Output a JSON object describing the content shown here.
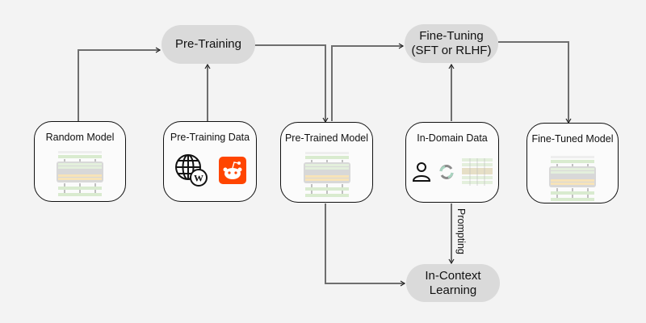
{
  "stages": {
    "pre_training": "Pre-Training",
    "fine_tuning_line1": "Fine-Tuning",
    "fine_tuning_line2": "(SFT or RLHF)",
    "icl_line1": "In-Context",
    "icl_line2": "Learning"
  },
  "boxes": {
    "random_model": "Random Model",
    "pre_training_data": "Pre-Training Data",
    "pre_trained_model": "Pre-Trained Model",
    "in_domain_data": "In-Domain Data",
    "fine_tuned_model": "Fine-Tuned Model"
  },
  "edges": {
    "prompting": "Prompting"
  },
  "colors": {
    "background": "#f3f3f3",
    "pill": "#dadada",
    "wire": "#6e6e6e",
    "reddit": "#ff4500",
    "mini_green": "#d9ebcf",
    "mini_yellow": "#f7e3b8",
    "mini_gray": "#d8d8d8"
  }
}
